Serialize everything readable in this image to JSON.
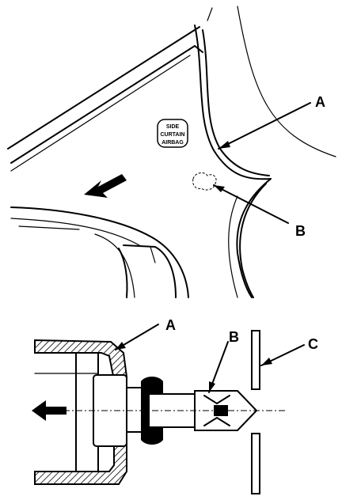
{
  "top_view": {
    "badge": {
      "line1": "SIDE",
      "line2": "CURTAIN",
      "line3": "AIRBAG"
    },
    "label_a": "A",
    "label_b": "B"
  },
  "section_view": {
    "label_a": "A",
    "label_b": "B",
    "label_c": "C"
  }
}
